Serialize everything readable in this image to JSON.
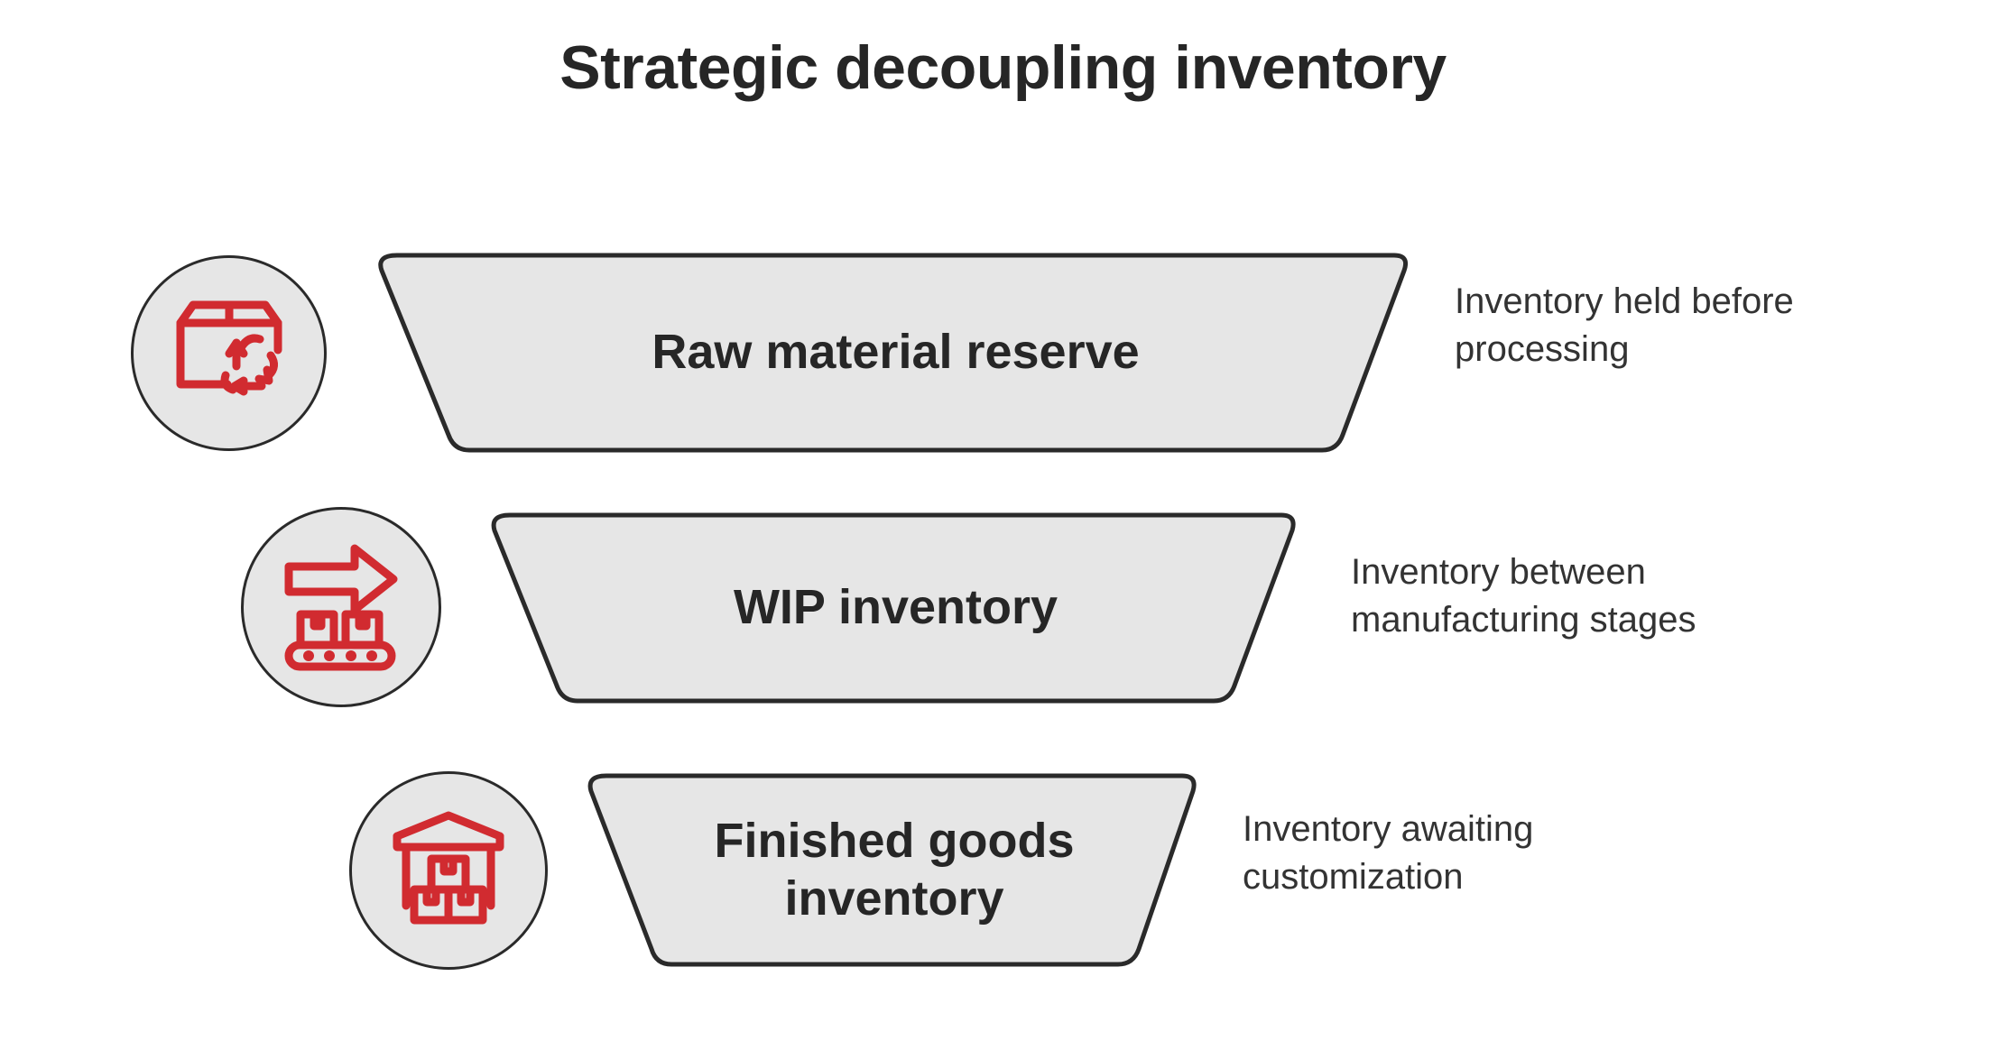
{
  "page": {
    "title": "Strategic decoupling inventory",
    "background_color": "#ffffff",
    "title_color": "#262626",
    "accent_red": "#D12B30",
    "band_fill": "#e6e6e6",
    "band_stroke": "#2a2a2a",
    "badge_fill": "#e6e6e6",
    "badge_stroke": "#2a2a2a"
  },
  "rows": [
    {
      "icon_name": "package-recycle-icon",
      "label": "Raw material reserve",
      "description": "Inventory held before processing"
    },
    {
      "icon_name": "conveyor-belt-arrow-icon",
      "label": "WIP inventory",
      "description": "Inventory between manufacturing stages"
    },
    {
      "icon_name": "warehouse-boxes-icon",
      "label": "Finished goods inventory",
      "description": "Inventory awaiting customization"
    }
  ]
}
